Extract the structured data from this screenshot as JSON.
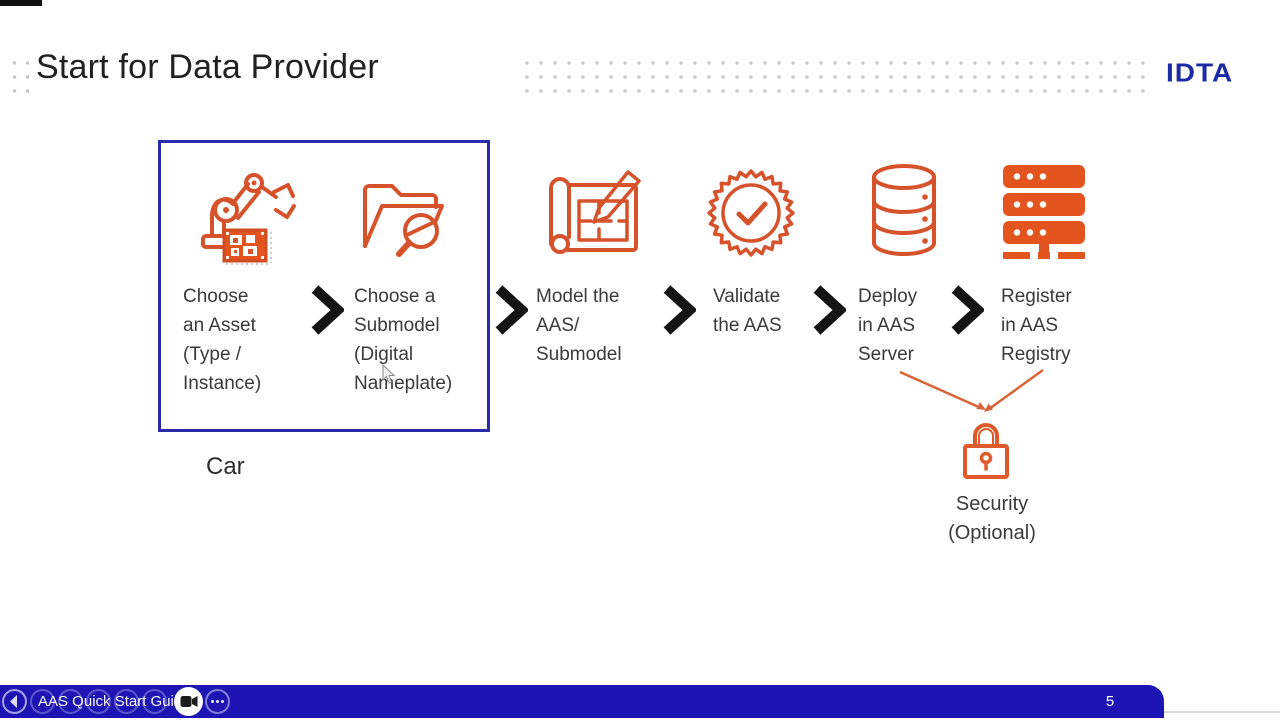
{
  "header": {
    "title": "Start for Data Provider",
    "logo_text": "IDTA"
  },
  "diagram": {
    "group_label": "Car",
    "steps": [
      {
        "label": "Choose an Asset (Type / Instance)",
        "icon": "robot-arm-qr-icon"
      },
      {
        "label": "Choose a Submodel (Digital Nameplate)",
        "icon": "folder-magnifier-icon"
      },
      {
        "label": "Model the AAS/ Submodel",
        "icon": "blueprint-pencil-icon"
      },
      {
        "label": "Validate the AAS",
        "icon": "certified-seal-icon"
      },
      {
        "label": "Deploy in AAS Server",
        "icon": "database-icon"
      },
      {
        "label": "Register in AAS Registry",
        "icon": "server-rack-icon"
      }
    ],
    "security_label": "Security (Optional)",
    "security_icon": "padlock-icon"
  },
  "player_bar": {
    "presentation_title": "AAS Quick Start Guide",
    "slide_number": "5",
    "controls": [
      "back-icon",
      "camera-icon",
      "ellipsis-icon"
    ]
  },
  "colors": {
    "icon_orange": "#D6522B",
    "fill_orange": "#E4541E",
    "box_border_blue": "#2B2AA8",
    "logo_blue": "#1B2AA5",
    "player_bar_blue": "#1C15B4",
    "step_text": "#3A3A3A"
  }
}
